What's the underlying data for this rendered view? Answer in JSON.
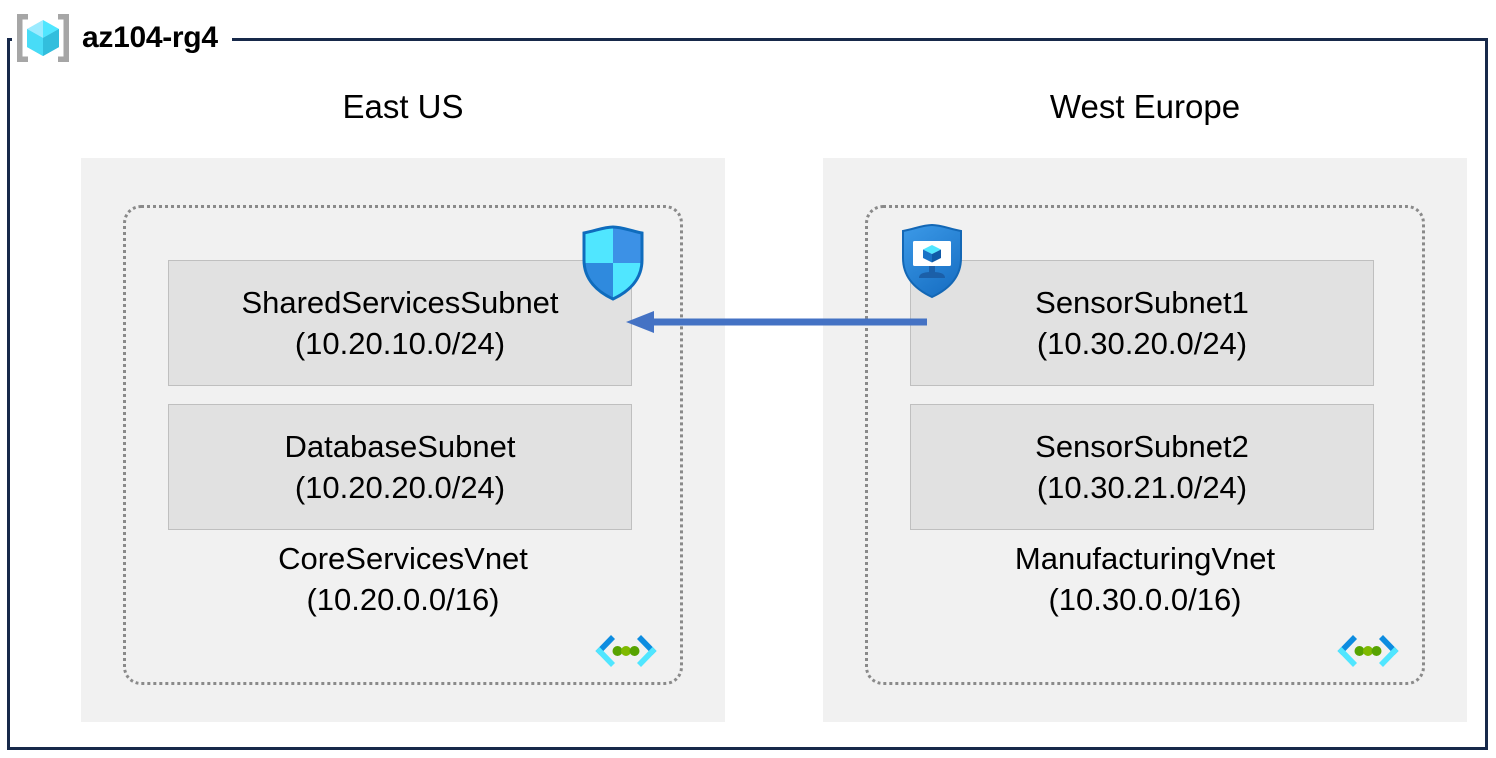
{
  "resource_group": {
    "name": "az104-rg4",
    "icon": "resource-group-cube-icon",
    "frame_color": "#17294a"
  },
  "regions": [
    {
      "id": "east-us",
      "label": "East US",
      "vnet": {
        "name": "CoreServicesVnet",
        "cidr": "(10.20.0.0/16)",
        "icon": "virtual-network-icon",
        "subnets": [
          {
            "name": "SharedServicesSubnet",
            "cidr": "(10.20.10.0/24)",
            "attached_icon": "network-security-group-shield-icon"
          },
          {
            "name": "DatabaseSubnet",
            "cidr": "(10.20.20.0/24)",
            "attached_icon": null
          }
        ]
      }
    },
    {
      "id": "west-europe",
      "label": "West Europe",
      "vnet": {
        "name": "ManufacturingVnet",
        "cidr": "(10.30.0.0/16)",
        "icon": "virtual-network-icon",
        "subnets": [
          {
            "name": "SensorSubnet1",
            "cidr": "(10.30.20.0/24)",
            "attached_icon": "application-security-group-icon"
          },
          {
            "name": "SensorSubnet2",
            "cidr": "(10.30.21.0/24)",
            "attached_icon": null
          }
        ]
      }
    }
  ],
  "connection": {
    "name": "vnet-peering-arrow",
    "direction": "right-to-left",
    "color": "#4472c4",
    "from": "SensorSubnet1",
    "to": "SharedServicesSubnet"
  },
  "colors": {
    "frame": "#17294a",
    "region_fill": "#f1f1f1",
    "subnet_fill": "#e1e1e1",
    "subnet_border": "#bfbfbf",
    "vnet_border": "#8a8a8a",
    "arrow": "#4472c4",
    "icon_cyan": "#50e6ff",
    "icon_blue": "#0078d4"
  }
}
